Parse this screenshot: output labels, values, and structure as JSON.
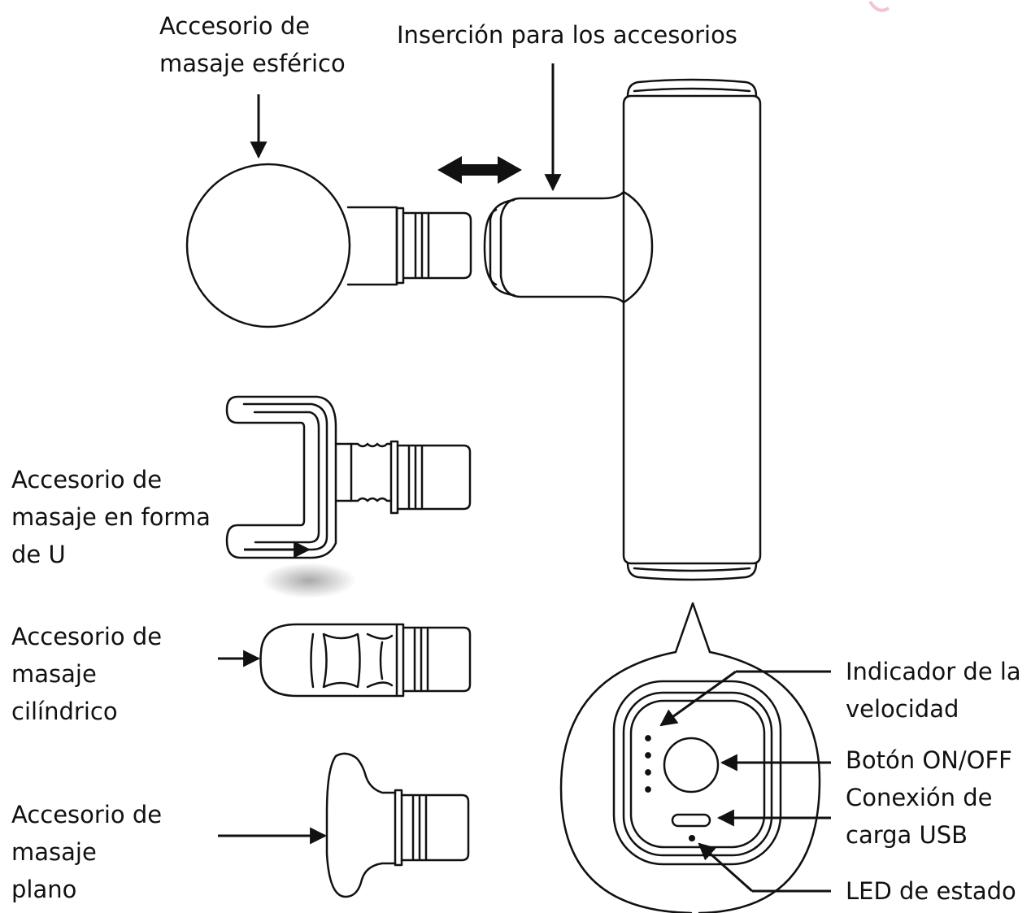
{
  "labels": {
    "spherical": {
      "lines": [
        "Accesorio de",
        "masaje esférico"
      ]
    },
    "insertion": {
      "lines": [
        "Inserción para los accesorios"
      ]
    },
    "u_shape": {
      "lines": [
        "Accesorio de",
        "masaje en forma",
        "de U"
      ]
    },
    "cylindrical": {
      "lines": [
        "Accesorio de",
        "masaje",
        "cilíndrico"
      ]
    },
    "flat": {
      "lines": [
        "Accesorio de",
        "masaje",
        "plano"
      ]
    },
    "speed_indicator": {
      "lines": [
        "Indicador de la",
        "velocidad"
      ]
    },
    "power_button": {
      "lines": [
        "Botón ON/OFF"
      ]
    },
    "usb_port": {
      "lines": [
        "Conexión de",
        "carga USB"
      ]
    },
    "status_led": {
      "lines": [
        "LED de estado"
      ]
    }
  },
  "colors": {
    "line": "#111111",
    "background": "#ffffff",
    "shadow": "#9a9a9a",
    "watermark": "#f2c4cf"
  }
}
